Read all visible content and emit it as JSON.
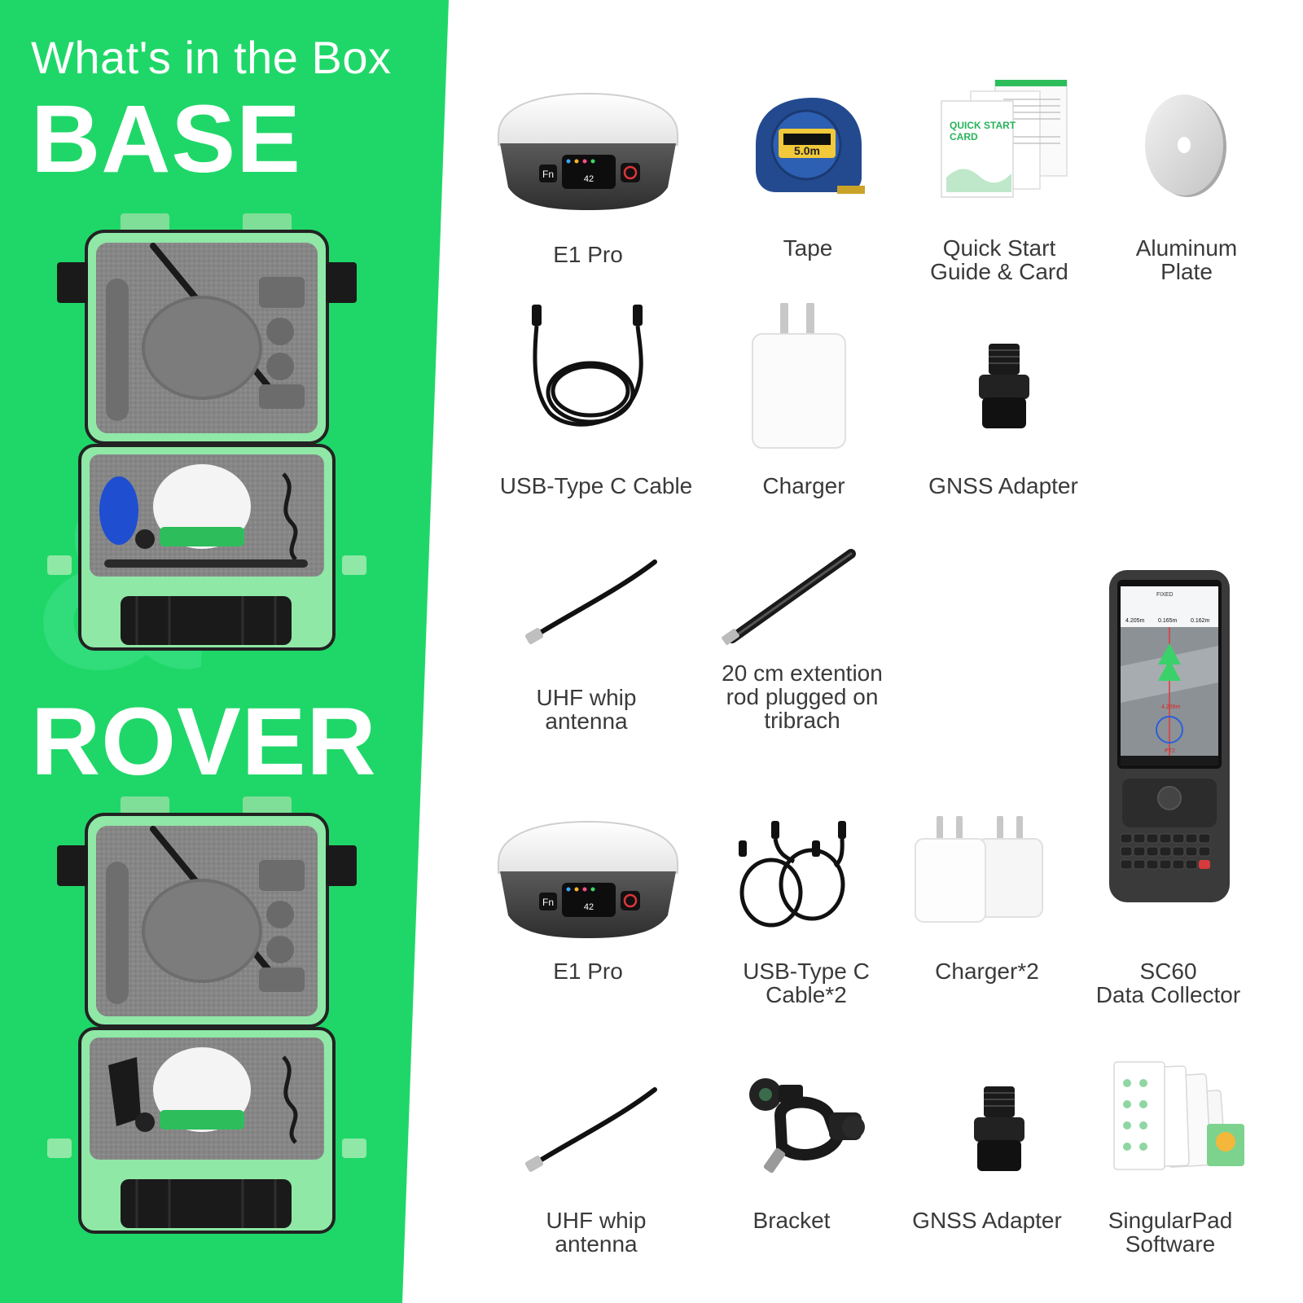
{
  "heading": {
    "whats_in_the_box": "What's in the Box",
    "base": "BASE",
    "rover": "ROVER"
  },
  "colors": {
    "panel_green": "#1fd768",
    "case_green": "#8fe8a6",
    "foam_gray": "#7a7a7a",
    "label_gray": "#3a3a3a"
  },
  "base_items": [
    {
      "label": "E1 Pro",
      "icon": "gnss-receiver-icon"
    },
    {
      "label": "Tape",
      "icon": "measuring-tape-icon"
    },
    {
      "label": "Quick Start\nGuide & Card",
      "icon": "quick-start-guide-icon"
    },
    {
      "label": "Aluminum\nPlate",
      "icon": "aluminum-plate-icon"
    },
    {
      "label": "USB-Type C Cable",
      "icon": "usb-cable-icon"
    },
    {
      "label": "Charger",
      "icon": "charger-icon"
    },
    {
      "label": "GNSS Adapter",
      "icon": "gnss-adapter-icon"
    },
    {
      "label": "UHF whip\nantenna",
      "icon": "whip-antenna-icon"
    },
    {
      "label": "20 cm extention\nrod plugged on\ntribrach",
      "icon": "extension-rod-icon"
    }
  ],
  "rover_items": [
    {
      "label": "E1 Pro",
      "icon": "gnss-receiver-icon"
    },
    {
      "label": "USB-Type C\nCable*2",
      "icon": "usb-cable-icon"
    },
    {
      "label": "Charger*2",
      "icon": "charger-icon"
    },
    {
      "label": "SC60\nData Collector",
      "icon": "data-collector-icon"
    },
    {
      "label": "UHF whip\nantenna",
      "icon": "whip-antenna-icon"
    },
    {
      "label": "Bracket",
      "icon": "pole-bracket-icon"
    },
    {
      "label": "GNSS Adapter",
      "icon": "gnss-adapter-icon"
    },
    {
      "label": "SingularPad\nSoftware",
      "icon": "software-screens-icon"
    }
  ],
  "receiver_display": {
    "base_reading": "42",
    "rover_reading": "42"
  },
  "tape_marking": "5.0m",
  "guide_cover_text": "QUICK START\nCARD",
  "collector_screen": {
    "status": "FIXED",
    "forwards": "4.205m",
    "to_left": "0.165m",
    "cut": "0.162m",
    "distance": "4.209m",
    "point": "PT2"
  }
}
